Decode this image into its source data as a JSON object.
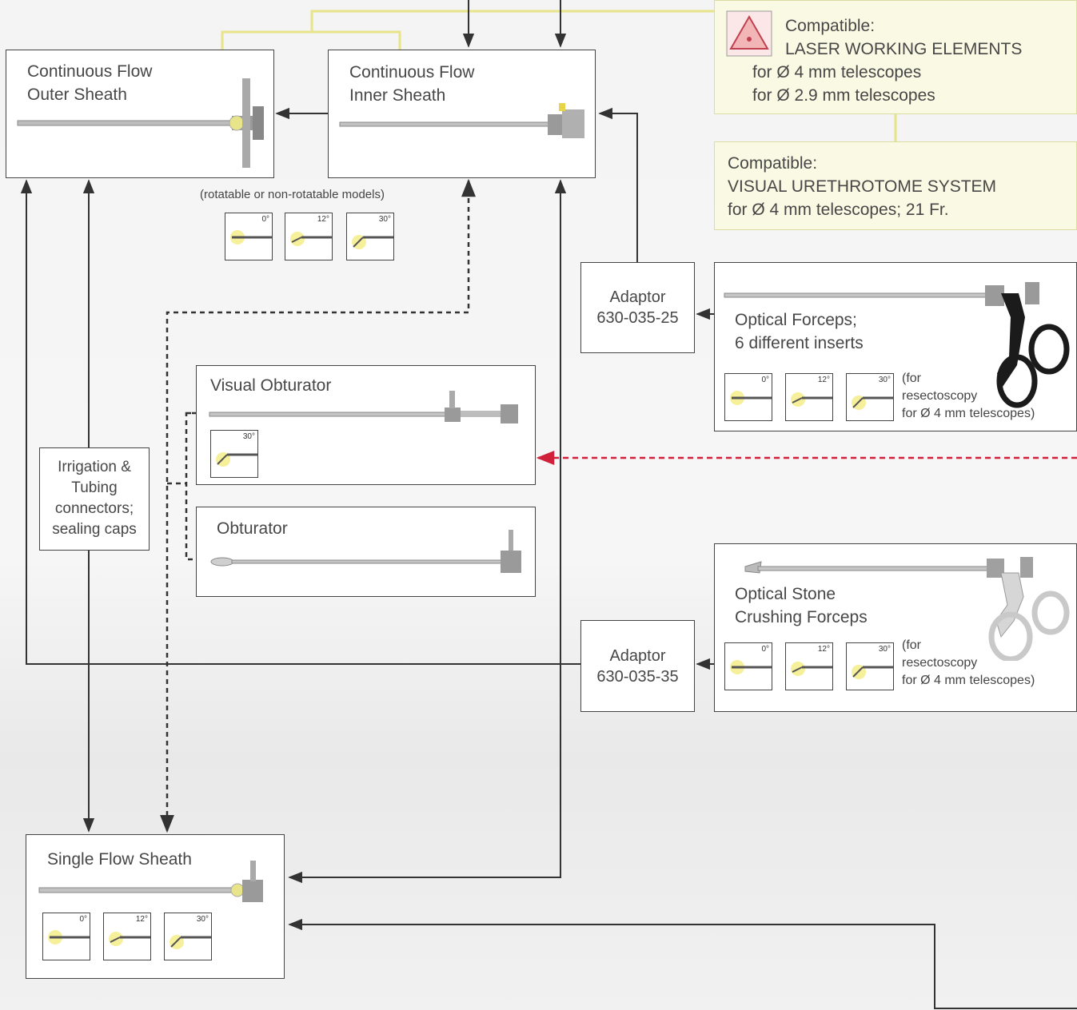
{
  "outer_sheath": {
    "line1": "Continuous Flow",
    "line2": "Outer Sheath"
  },
  "inner_sheath": {
    "line1": "Continuous Flow",
    "line2": "Inner Sheath"
  },
  "rotatable_note": "(rotatable or non-rotatable models)",
  "compat_laser": {
    "line1": "Compatible:",
    "line2": "LASER WORKING ELEMENTS",
    "line3": "for Ø 4 mm telescopes",
    "line4": "for Ø 2.9 mm telescopes"
  },
  "compat_urethrotome": {
    "line1": "Compatible:",
    "line2": "VISUAL URETHROTOME SYSTEM",
    "line3": "for Ø 4 mm telescopes; 21 Fr."
  },
  "adaptor_25": {
    "line1": "Adaptor",
    "line2": "630-035-25"
  },
  "adaptor_35": {
    "line1": "Adaptor",
    "line2": "630-035-35"
  },
  "optical_forceps": {
    "line1": "Optical Forceps;",
    "line2": "6 different inserts",
    "note1": "(for",
    "note2": "resectoscopy",
    "note3": "for Ø 4 mm telescopes)"
  },
  "stone_forceps": {
    "line1": "Optical Stone",
    "line2": "Crushing Forceps",
    "note1": "(for",
    "note2": "resectoscopy",
    "note3": "for Ø 4 mm telescopes)"
  },
  "visual_obturator": {
    "title": "Visual Obturator"
  },
  "obturator": {
    "title": "Obturator"
  },
  "irrigation": {
    "line1": "Irrigation &",
    "line2": "Tubing",
    "line3": "connectors;",
    "line4": "sealing caps"
  },
  "single_flow": {
    "title": "Single Flow Sheath"
  },
  "telescope_angles": {
    "a0": "0°",
    "a12": "12°",
    "a30": "30°"
  },
  "colors": {
    "line": "#333333",
    "dashed_red": "#d0203a",
    "compat_border": "#dcdca0",
    "yellow_connector": "#e8e48a"
  }
}
